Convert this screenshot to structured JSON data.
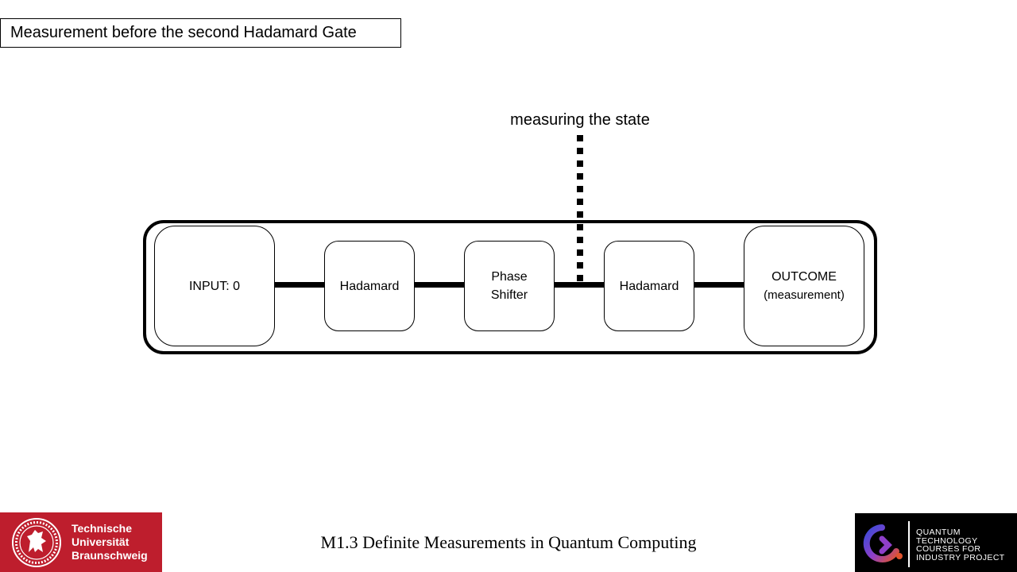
{
  "title": "Measurement before the second Hadamard Gate",
  "measurement_label": "measuring the state",
  "circuit": {
    "nodes": [
      {
        "line1": "INPUT: 0",
        "line2": ""
      },
      {
        "line1": "Hadamard",
        "line2": ""
      },
      {
        "line1": "Phase",
        "line2": "Shifter"
      },
      {
        "line1": "Hadamard",
        "line2": ""
      },
      {
        "line1": "OUTCOME",
        "line2": "(measurement)"
      }
    ]
  },
  "footer": {
    "course_title": "M1.3 Definite Measurements in Quantum Computing",
    "left_logo": {
      "line1": "Technische",
      "line2": "Universität",
      "line3": "Braunschweig",
      "background": "#be1e2d"
    },
    "right_logo": {
      "line1": "QUANTUM",
      "line2": "TECHNOLOGY",
      "line3": "COURSES FOR",
      "line4": "INDUSTRY PROJECT",
      "background": "#000000"
    }
  }
}
